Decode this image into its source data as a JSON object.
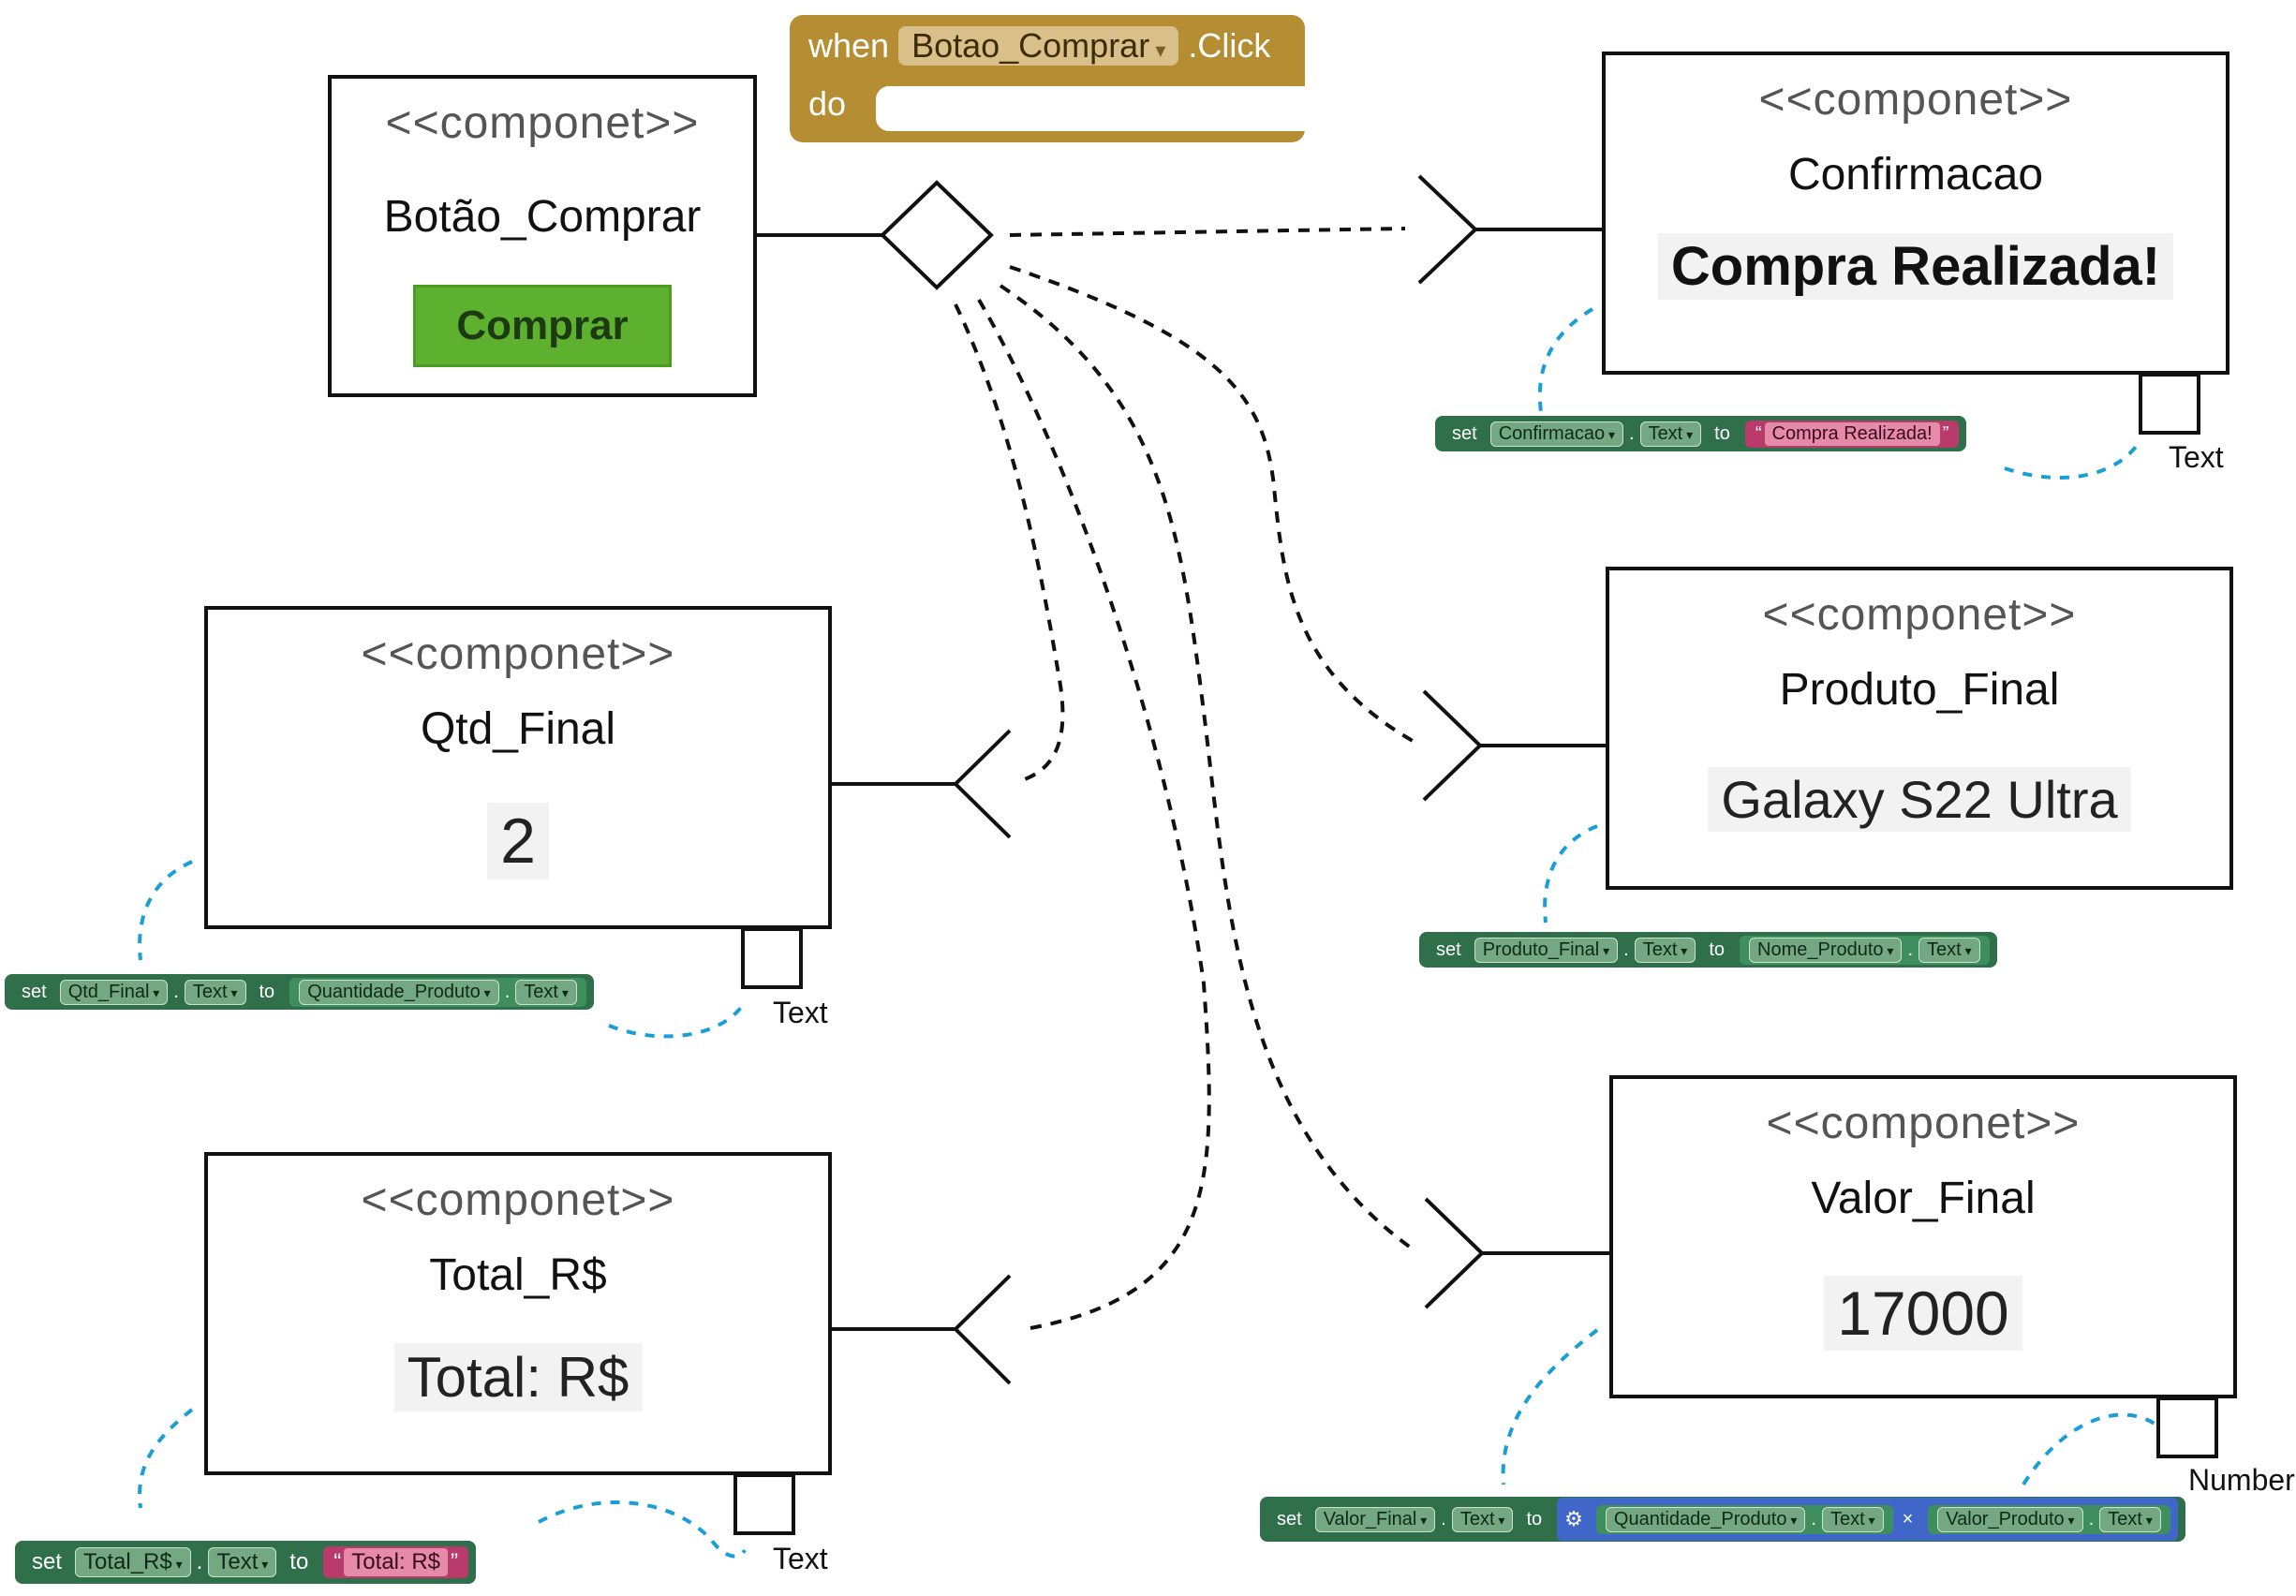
{
  "event_block": {
    "when_label": "when",
    "component": "Botao_Comprar",
    "event": ".Click",
    "do_label": "do"
  },
  "components": {
    "botao_comprar": {
      "stereotype": "<<componet>>",
      "name": "Botão_Comprar",
      "button_label": "Comprar",
      "button_color": "#5db12f"
    },
    "confirmacao": {
      "stereotype": "<<componet>>",
      "name": "Confirmacao",
      "display": "Compra Realizada!",
      "port_label": "Text"
    },
    "produto_final": {
      "stereotype": "<<componet>>",
      "name": "Produto_Final",
      "display": "Galaxy S22 Ultra"
    },
    "valor_final": {
      "stereotype": "<<componet>>",
      "name": "Valor_Final",
      "display": "17000",
      "port_label": "Number"
    },
    "qtd_final": {
      "stereotype": "<<componet>>",
      "name": "Qtd_Final",
      "display": "2",
      "port_label": "Text"
    },
    "total": {
      "stereotype": "<<componet>>",
      "name": "Total_R$",
      "display": "Total: R$",
      "port_label": "Text"
    }
  },
  "blocks": {
    "confirmacao": {
      "set": "set",
      "component": "Confirmacao",
      "property": "Text",
      "to": "to",
      "value": "Compra Realizada!"
    },
    "produto_final": {
      "set": "set",
      "component": "Produto_Final",
      "property": "Text",
      "to": "to",
      "source": "Nome_Produto",
      "source_property": "Text"
    },
    "qtd_final": {
      "set": "set",
      "component": "Qtd_Final",
      "property": "Text",
      "to": "to",
      "source": "Quantidade_Produto",
      "source_property": "Text"
    },
    "total": {
      "set": "set",
      "component": "Total_R$",
      "property": "Text",
      "to": "to",
      "value": "Total: R$"
    },
    "valor_final": {
      "set": "set",
      "component": "Valor_Final",
      "property": "Text",
      "to": "to",
      "operand1": "Quantidade_Produto",
      "operand1_property": "Text",
      "operator": "×",
      "operand2": "Valor_Produto",
      "operand2_property": "Text"
    }
  },
  "colors": {
    "connector_dashed": "#111111",
    "annotation_dashed": "#1a9ed8",
    "block_green": "#2f6f4a",
    "block_string": "#b83b6b",
    "block_math": "#3f66c8",
    "event_block": "#b58d33"
  }
}
